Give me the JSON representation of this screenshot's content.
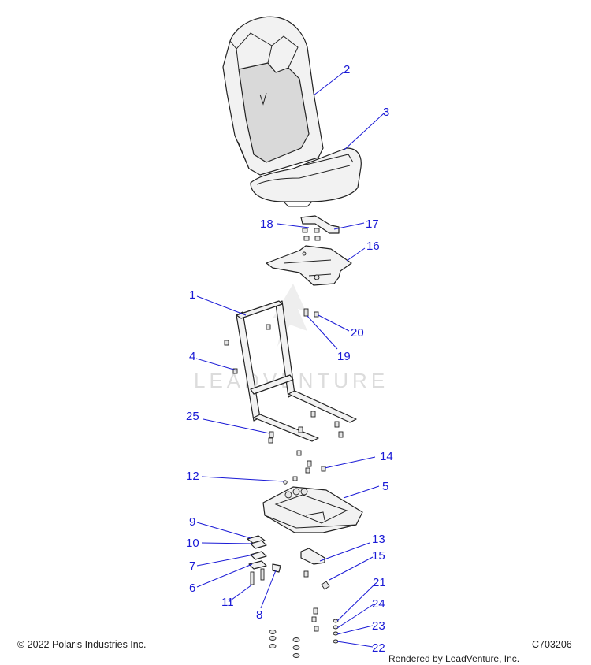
{
  "watermark": {
    "text": "LEADVENTURE"
  },
  "footer": {
    "copyright": "© 2022 Polaris Industries Inc.",
    "diagram_code": "C703206",
    "rendered_by": "Rendered by LeadVenture, Inc."
  },
  "callouts": [
    {
      "id": "c1",
      "label": "1"
    },
    {
      "id": "c2",
      "label": "2"
    },
    {
      "id": "c3",
      "label": "3"
    },
    {
      "id": "c4",
      "label": "4"
    },
    {
      "id": "c5",
      "label": "5"
    },
    {
      "id": "c6",
      "label": "6"
    },
    {
      "id": "c7",
      "label": "7"
    },
    {
      "id": "c8",
      "label": "8"
    },
    {
      "id": "c9",
      "label": "9"
    },
    {
      "id": "c10",
      "label": "10"
    },
    {
      "id": "c11",
      "label": "11"
    },
    {
      "id": "c12",
      "label": "12"
    },
    {
      "id": "c13",
      "label": "13"
    },
    {
      "id": "c14",
      "label": "14"
    },
    {
      "id": "c15",
      "label": "15"
    },
    {
      "id": "c16",
      "label": "16"
    },
    {
      "id": "c17",
      "label": "17"
    },
    {
      "id": "c18",
      "label": "18"
    },
    {
      "id": "c19",
      "label": "19"
    },
    {
      "id": "c20",
      "label": "20"
    },
    {
      "id": "c21",
      "label": "21"
    },
    {
      "id": "c22",
      "label": "22"
    },
    {
      "id": "c23",
      "label": "23"
    },
    {
      "id": "c24",
      "label": "24"
    },
    {
      "id": "c25",
      "label": "25"
    }
  ]
}
